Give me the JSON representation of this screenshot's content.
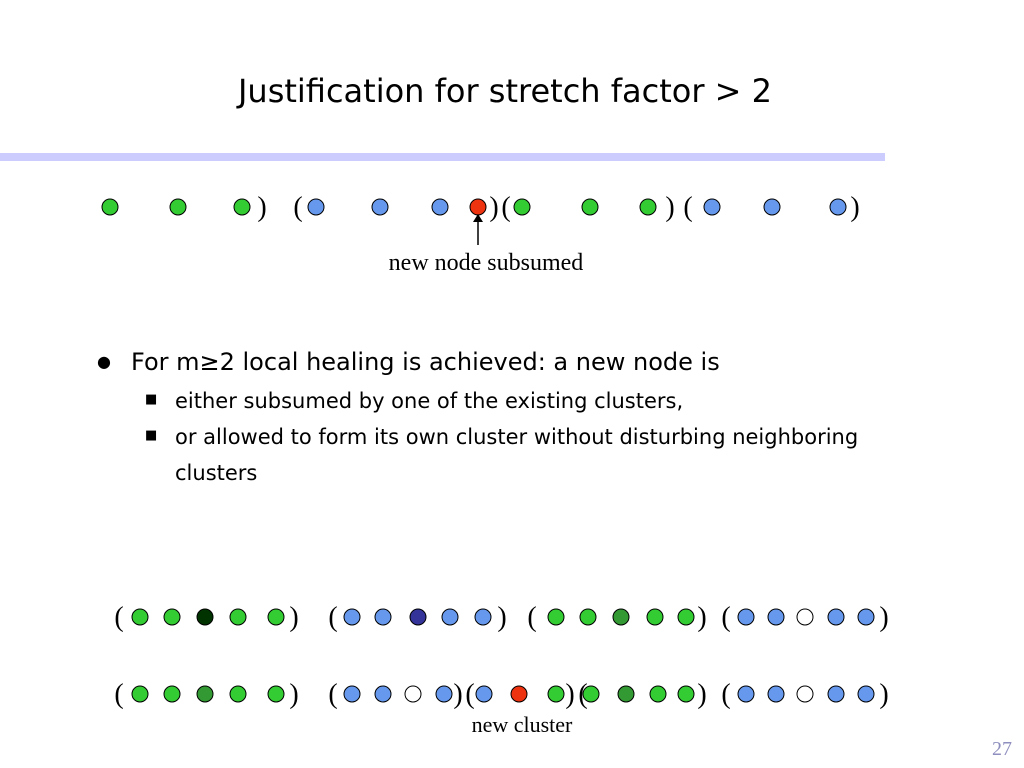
{
  "title": "Justification for stretch factor > 2",
  "colors": {
    "green": "#33cc33",
    "blue": "#6699ee",
    "red": "#ee3311",
    "dark_green": "#003300",
    "mid_green": "#339933",
    "navy": "#333399",
    "empty": "#ffffff",
    "title_bar": "#ccccff",
    "page_number": "#8f8fbf"
  },
  "diagram_top": {
    "annotation": "new node subsumed",
    "items": [
      {
        "kind": "node",
        "color": "green"
      },
      {
        "kind": "node",
        "color": "green"
      },
      {
        "kind": "node",
        "color": "green"
      },
      {
        "kind": "paren",
        "text": ")"
      },
      {
        "kind": "paren",
        "text": "("
      },
      {
        "kind": "node",
        "color": "blue"
      },
      {
        "kind": "node",
        "color": "blue"
      },
      {
        "kind": "node",
        "color": "blue"
      },
      {
        "kind": "node",
        "color": "red"
      },
      {
        "kind": "paren",
        "text": ")"
      },
      {
        "kind": "paren",
        "text": "("
      },
      {
        "kind": "node",
        "color": "green"
      },
      {
        "kind": "node",
        "color": "green"
      },
      {
        "kind": "node",
        "color": "green"
      },
      {
        "kind": "paren",
        "text": ")"
      },
      {
        "kind": "paren",
        "text": "("
      },
      {
        "kind": "node",
        "color": "blue"
      },
      {
        "kind": "node",
        "color": "blue"
      },
      {
        "kind": "node",
        "color": "blue"
      },
      {
        "kind": "paren",
        "text": ")"
      }
    ]
  },
  "bullets": {
    "main": "For m≥2 local healing is achieved: a new node is",
    "sub": [
      "either subsumed by one of the existing clusters,",
      "or allowed to form its own cluster without disturbing neighboring clusters"
    ]
  },
  "diagram_bottom": {
    "row1": [
      {
        "kind": "paren",
        "text": "("
      },
      {
        "kind": "node",
        "color": "green"
      },
      {
        "kind": "node",
        "color": "green"
      },
      {
        "kind": "node",
        "color": "dark_green"
      },
      {
        "kind": "node",
        "color": "green"
      },
      {
        "kind": "node",
        "color": "green"
      },
      {
        "kind": "paren",
        "text": ")"
      },
      {
        "kind": "paren",
        "text": "("
      },
      {
        "kind": "node",
        "color": "blue"
      },
      {
        "kind": "node",
        "color": "blue"
      },
      {
        "kind": "node",
        "color": "navy"
      },
      {
        "kind": "node",
        "color": "blue"
      },
      {
        "kind": "node",
        "color": "blue"
      },
      {
        "kind": "paren",
        "text": ")"
      },
      {
        "kind": "paren",
        "text": "("
      },
      {
        "kind": "node",
        "color": "green"
      },
      {
        "kind": "node",
        "color": "green"
      },
      {
        "kind": "node",
        "color": "mid_green"
      },
      {
        "kind": "node",
        "color": "green"
      },
      {
        "kind": "node",
        "color": "green"
      },
      {
        "kind": "paren",
        "text": ")"
      },
      {
        "kind": "paren",
        "text": "("
      },
      {
        "kind": "node",
        "color": "blue"
      },
      {
        "kind": "node",
        "color": "blue"
      },
      {
        "kind": "node",
        "color": "empty"
      },
      {
        "kind": "node",
        "color": "blue"
      },
      {
        "kind": "node",
        "color": "blue"
      },
      {
        "kind": "paren",
        "text": ")"
      }
    ],
    "row2": [
      {
        "kind": "paren",
        "text": "("
      },
      {
        "kind": "node",
        "color": "green"
      },
      {
        "kind": "node",
        "color": "green"
      },
      {
        "kind": "node",
        "color": "mid_green"
      },
      {
        "kind": "node",
        "color": "green"
      },
      {
        "kind": "node",
        "color": "green"
      },
      {
        "kind": "paren",
        "text": ")"
      },
      {
        "kind": "paren",
        "text": "("
      },
      {
        "kind": "node",
        "color": "blue"
      },
      {
        "kind": "node",
        "color": "blue"
      },
      {
        "kind": "node",
        "color": "empty"
      },
      {
        "kind": "node",
        "color": "blue"
      },
      {
        "kind": "paren",
        "text": ")"
      },
      {
        "kind": "paren",
        "text": "("
      },
      {
        "kind": "node",
        "color": "blue"
      },
      {
        "kind": "node",
        "color": "red"
      },
      {
        "kind": "node",
        "color": "green"
      },
      {
        "kind": "paren",
        "text": ")"
      },
      {
        "kind": "paren",
        "text": "("
      },
      {
        "kind": "node",
        "color": "green"
      },
      {
        "kind": "node",
        "color": "mid_green"
      },
      {
        "kind": "node",
        "color": "green"
      },
      {
        "kind": "node",
        "color": "green"
      },
      {
        "kind": "paren",
        "text": ")"
      },
      {
        "kind": "paren",
        "text": "("
      },
      {
        "kind": "node",
        "color": "blue"
      },
      {
        "kind": "node",
        "color": "blue"
      },
      {
        "kind": "node",
        "color": "empty"
      },
      {
        "kind": "node",
        "color": "blue"
      },
      {
        "kind": "node",
        "color": "blue"
      },
      {
        "kind": "paren",
        "text": ")"
      }
    ],
    "annotation": "new cluster"
  },
  "page_number": "27"
}
